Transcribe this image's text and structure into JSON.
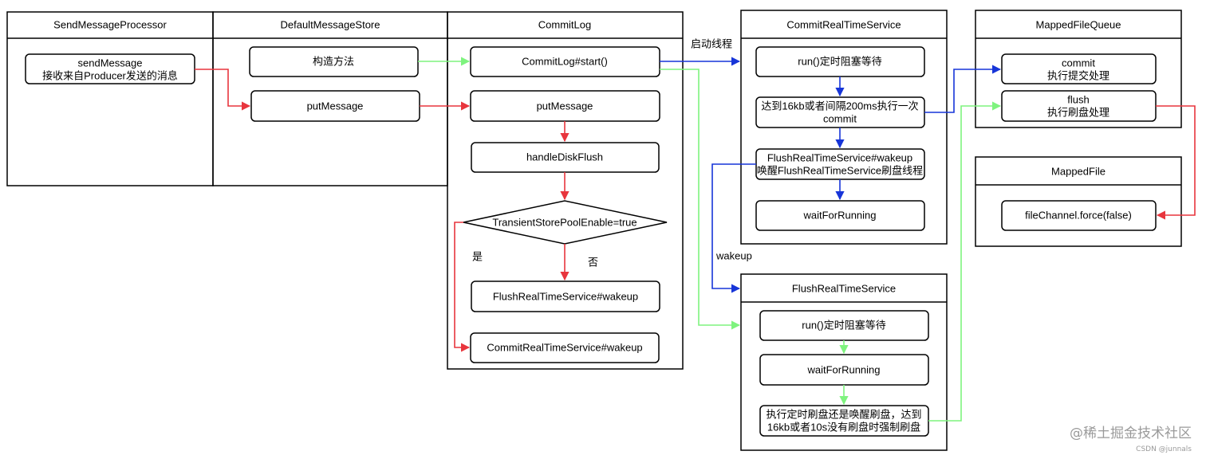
{
  "lanes": {
    "send_processor": "SendMessageProcessor",
    "default_store": "DefaultMessageStore",
    "commit_log": "CommitLog",
    "commit_rt": "CommitRealTimeService",
    "flush_rt": "FlushRealTimeService",
    "mapped_queue": "MappedFileQueue",
    "mapped_file": "MappedFile"
  },
  "nodes": {
    "send_message": [
      "sendMessage",
      "接收来自Producer发送的消息"
    ],
    "constructor": "构造方法",
    "put_message_store": "putMessage",
    "commitlog_start": "CommitLog#start()",
    "put_message_commitlog": "putMessage",
    "handle_disk_flush": "handleDiskFlush",
    "transient_decision": "TransientStorePoolEnable=true",
    "flush_wakeup_cl": "FlushRealTimeService#wakeup",
    "commit_wakeup_cl": "CommitRealTimeService#wakeup",
    "commit_run": "run()定时阻塞等待",
    "commit_condition": [
      "达到16kb或者间隔200ms执行一次",
      "commit"
    ],
    "flush_wakeup_cr": [
      "FlushRealTimeService#wakeup",
      "唤醒FlushRealTimeService刷盘线程"
    ],
    "commit_wait": "waitForRunning",
    "flush_run": "run()定时阻塞等待",
    "flush_wait": "waitForRunning",
    "flush_condition": [
      "执行定时刷盘还是唤醒刷盘，达到",
      "16kb或者10s没有刷盘时强制刷盘"
    ],
    "queue_commit": [
      "commit",
      "执行提交处理"
    ],
    "queue_flush": [
      "flush",
      "执行刷盘处理"
    ],
    "file_force": "fileChannel.force(false)"
  },
  "labels": {
    "start_thread": "启动线程",
    "wakeup": "wakeup",
    "yes": "是",
    "no": "否"
  },
  "watermark": {
    "brand": "@稀土掘金技术社区",
    "credit": "CSDN @junnals"
  },
  "colors": {
    "red": "#e8353d",
    "green": "#7ef37e",
    "blue": "#1735d8",
    "stroke": "#000000"
  }
}
